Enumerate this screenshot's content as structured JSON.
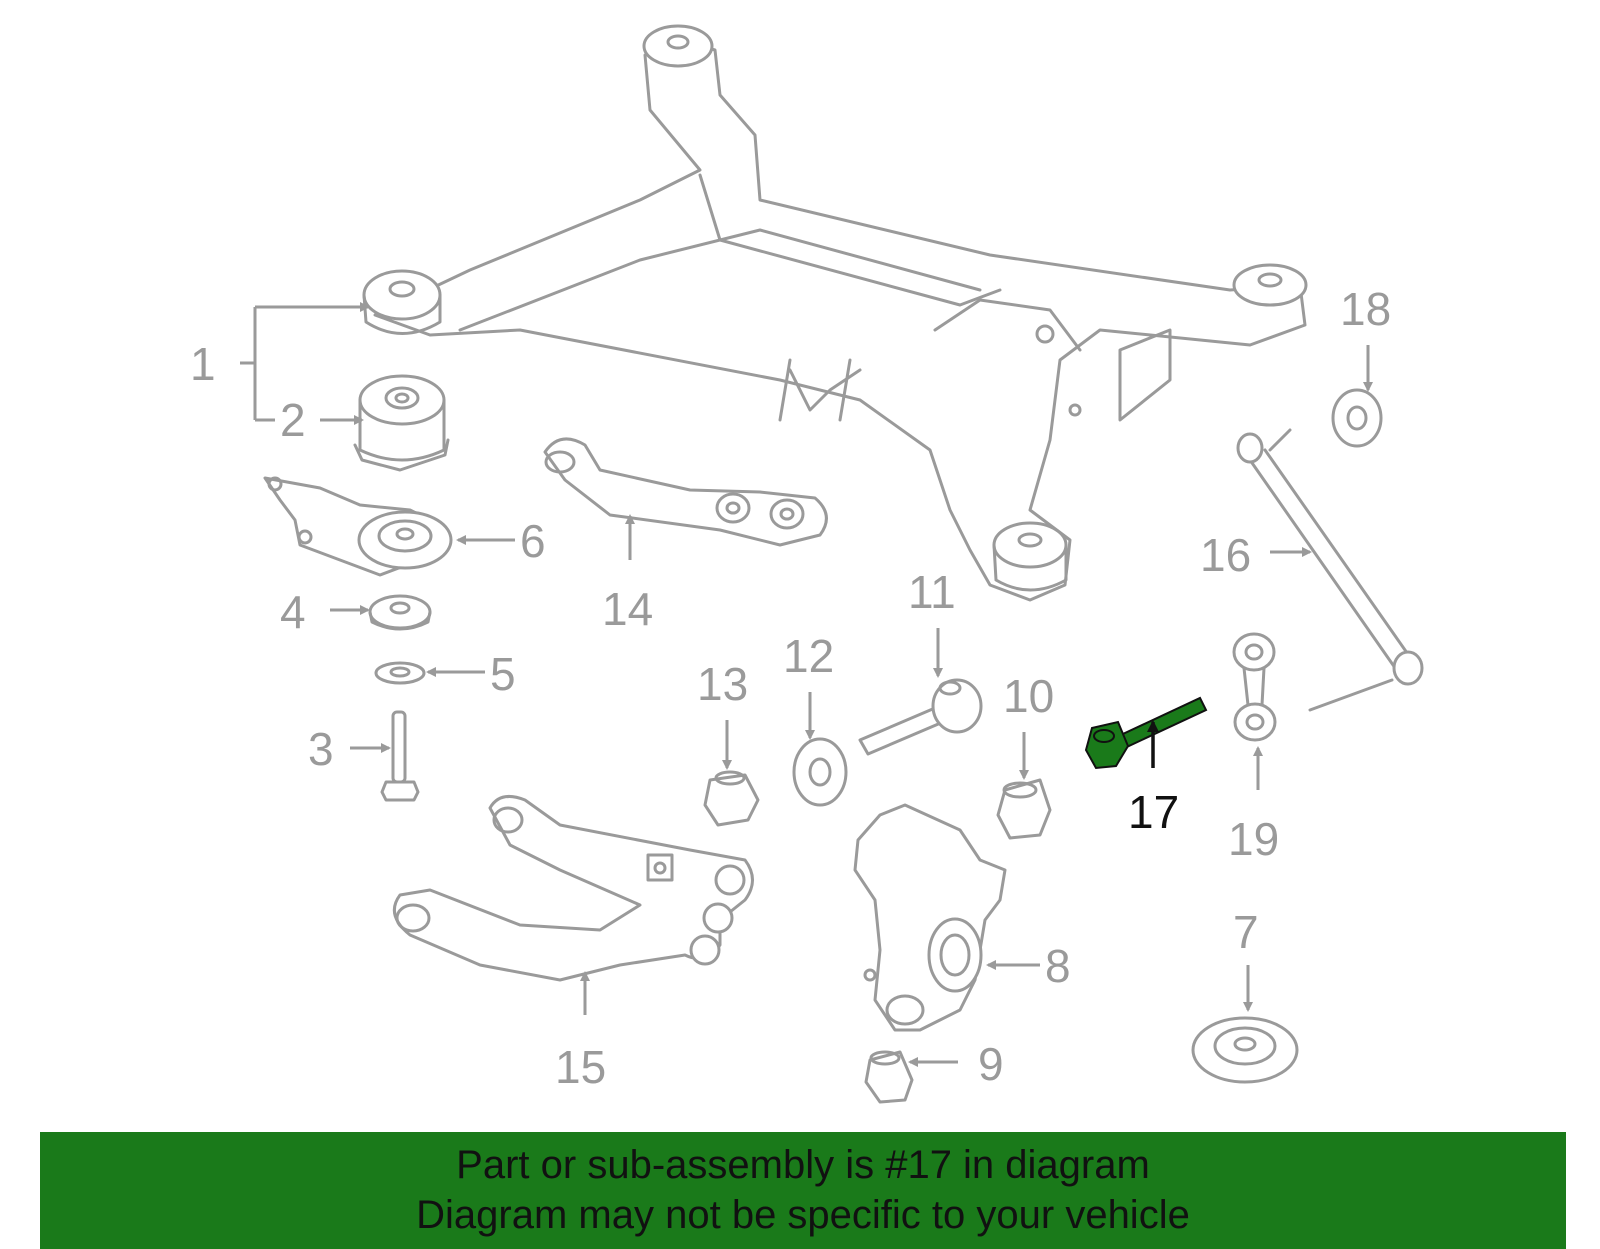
{
  "diagram": {
    "callouts": [
      {
        "id": "1",
        "label": "1",
        "highlighted": false
      },
      {
        "id": "2",
        "label": "2",
        "highlighted": false
      },
      {
        "id": "3",
        "label": "3",
        "highlighted": false
      },
      {
        "id": "4",
        "label": "4",
        "highlighted": false
      },
      {
        "id": "5",
        "label": "5",
        "highlighted": false
      },
      {
        "id": "6",
        "label": "6",
        "highlighted": false
      },
      {
        "id": "7",
        "label": "7",
        "highlighted": false
      },
      {
        "id": "8",
        "label": "8",
        "highlighted": false
      },
      {
        "id": "9",
        "label": "9",
        "highlighted": false
      },
      {
        "id": "10",
        "label": "10",
        "highlighted": false
      },
      {
        "id": "11",
        "label": "11",
        "highlighted": false
      },
      {
        "id": "12",
        "label": "12",
        "highlighted": false
      },
      {
        "id": "13",
        "label": "13",
        "highlighted": false
      },
      {
        "id": "14",
        "label": "14",
        "highlighted": false
      },
      {
        "id": "15",
        "label": "15",
        "highlighted": false
      },
      {
        "id": "16",
        "label": "16",
        "highlighted": false
      },
      {
        "id": "17",
        "label": "17",
        "highlighted": true
      },
      {
        "id": "18",
        "label": "18",
        "highlighted": false
      },
      {
        "id": "19",
        "label": "19",
        "highlighted": false
      }
    ],
    "colors": {
      "line_art": "#9a9a9a",
      "highlight_part": "#1a7a1a",
      "highlight_text": "#111111",
      "banner_background": "#1a7a1a"
    }
  },
  "banner": {
    "line1": "Part or sub-assembly is #17 in diagram",
    "line2": "Diagram may not be specific to your vehicle"
  }
}
